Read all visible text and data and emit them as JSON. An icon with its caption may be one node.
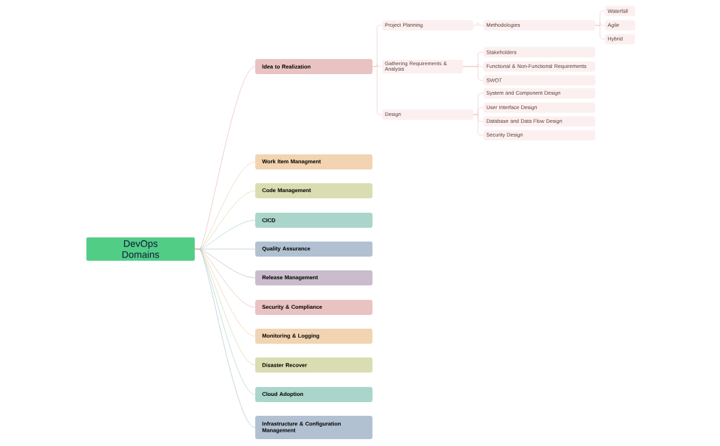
{
  "diagram": {
    "nodes": [
      {
        "text": [
          "DevOps Domains"
        ]
      },
      {
        "text": [
          "Idea to Realization"
        ]
      },
      {
        "text": [
          "Project Planning"
        ]
      },
      {
        "text": [
          "Methodologies"
        ]
      },
      {
        "text": [
          "Waterfall"
        ]
      },
      {
        "text": [
          "Agile"
        ]
      },
      {
        "text": [
          "Hybrid"
        ]
      },
      {
        "text": [
          "Gathering Requirements & Analysis"
        ]
      },
      {
        "text": [
          "Stakeholders"
        ]
      },
      {
        "text": [
          "Functional & Non-Functional Requirements"
        ]
      },
      {
        "text": [
          "SWOT"
        ]
      },
      {
        "text": [
          "Design"
        ]
      },
      {
        "text": [
          "System and Component Design"
        ]
      },
      {
        "text": [
          "User Interface Design"
        ]
      },
      {
        "text": [
          "Database and Data Flow Design"
        ]
      },
      {
        "text": [
          "Security Design"
        ]
      },
      {
        "text": [
          "Work Item Managment"
        ]
      },
      {
        "text": [
          "Code Management"
        ]
      },
      {
        "text": [
          "CICD"
        ]
      },
      {
        "text": [
          "Quality Assurance"
        ]
      },
      {
        "text": [
          "Release Management"
        ]
      },
      {
        "text": [
          "Security & Compliance"
        ]
      },
      {
        "text": [
          "Monitoring & Logging"
        ]
      },
      {
        "text": [
          "Disaster Recover"
        ]
      },
      {
        "text": [
          "Cloud Adoption"
        ]
      },
      {
        "text": [
          "Infrastructure & Configuration Management"
        ]
      }
    ],
    "edges": [
      {
        "from": 0,
        "to": 1,
        "arrow": "none",
        "color": "#e8b9b5"
      },
      {
        "from": 1,
        "to": 2,
        "arrow": "none"
      },
      {
        "from": 2,
        "to": 3,
        "arrow": "none"
      },
      {
        "from": 3,
        "to": 4,
        "arrow": "none"
      },
      {
        "from": 3,
        "to": 5,
        "arrow": "none"
      },
      {
        "from": 3,
        "to": 6,
        "arrow": "none"
      },
      {
        "from": 1,
        "to": 7,
        "arrow": "none"
      },
      {
        "from": 7,
        "to": 8,
        "arrow": "none"
      },
      {
        "from": 7,
        "to": 9,
        "arrow": "none"
      },
      {
        "from": 7,
        "to": 10,
        "arrow": "none"
      },
      {
        "from": 1,
        "to": 11,
        "arrow": "none"
      },
      {
        "from": 11,
        "to": 12,
        "arrow": "none"
      },
      {
        "from": 11,
        "to": 13,
        "arrow": "none"
      },
      {
        "from": 11,
        "to": 14,
        "arrow": "none"
      },
      {
        "from": 11,
        "to": 15,
        "arrow": "none"
      },
      {
        "from": 0,
        "to": 16,
        "arrow": "none",
        "color": "#f2cfa8"
      },
      {
        "from": 0,
        "to": 17,
        "arrow": "none",
        "color": "#d6daa6"
      },
      {
        "from": 0,
        "to": 18,
        "arrow": "none",
        "color": "#a6d4ca"
      },
      {
        "from": 0,
        "to": 19,
        "arrow": "none",
        "color": "#b0c0d0"
      },
      {
        "from": 0,
        "to": 20,
        "arrow": "none",
        "color": "#c6b6c8"
      },
      {
        "from": 0,
        "to": 21,
        "arrow": "none",
        "color": "#e8b9b5"
      },
      {
        "from": 0,
        "to": 22,
        "arrow": "none",
        "color": "#f2cfa8"
      },
      {
        "from": 0,
        "to": 23,
        "arrow": "none",
        "color": "#d6daa6"
      },
      {
        "from": 0,
        "to": 24,
        "arrow": "none",
        "color": "#a6d4ca"
      },
      {
        "from": 0,
        "to": 25,
        "arrow": "none",
        "color": "#b0c0d0"
      }
    ]
  }
}
